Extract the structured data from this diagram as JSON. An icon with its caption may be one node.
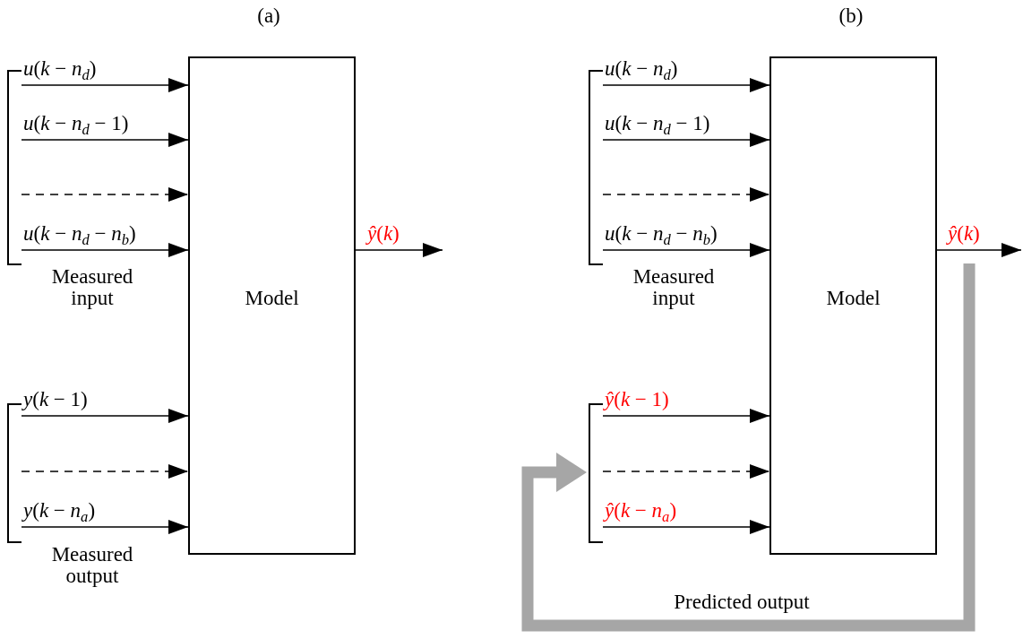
{
  "diagram": {
    "nodes": [
      {
        "text": [
          "Measured input"
        ]
      },
      {
        "text": [
          "Measured output"
        ]
      },
      {
        "text": [
          "Model"
        ]
      },
      {
        "text": [
          "Measured input"
        ]
      },
      {
        "text": [],
        "shape": "bracket"
      },
      {
        "text": [
          "Model"
        ]
      }
    ],
    "edges": [
      {
        "from": 0,
        "to": 2,
        "arrow": "to",
        "label": "*u*(*k* − *n*$_{d}$)"
      },
      {
        "from": 0,
        "to": 2,
        "arrow": "to",
        "label": "*u*(*k* − *n*$_{d}$ − 1)"
      },
      {
        "from": 0,
        "to": 2,
        "arrow": "to",
        "style": "dashed"
      },
      {
        "from": 0,
        "to": 2,
        "arrow": "to",
        "label": "*u*(*k* − *n*$_{d}$ − *n*$_{b}$)"
      },
      {
        "from": 1,
        "to": 2,
        "arrow": "to",
        "label": "*y*(*k* − 1)"
      },
      {
        "from": 1,
        "to": 2,
        "arrow": "to",
        "style": "dashed"
      },
      {
        "from": 1,
        "to": 2,
        "arrow": "to",
        "label": "*y*(*k* − *n*$_{a}$)"
      },
      {
        "from": 2,
        "to": null,
        "arrow": "to",
        "label": "*ŷ*(*k*)"
      },
      {
        "from": 3,
        "to": 5,
        "arrow": "to",
        "label": "*u*(*k* − *n*$_{d}$)"
      },
      {
        "from": 3,
        "to": 5,
        "arrow": "to",
        "label": "*u*(*k* − *n*$_{d}$ − 1)"
      },
      {
        "from": 3,
        "to": 5,
        "arrow": "to",
        "style": "dashed"
      },
      {
        "from": 3,
        "to": 5,
        "arrow": "to",
        "label": "*u*(*k* − *n*$_{d}$ − *n*$_{b}$)"
      },
      {
        "from": 4,
        "to": 5,
        "arrow": "to",
        "label": "*ŷ*(*k* − 1)"
      },
      {
        "from": 4,
        "to": 5,
        "arrow": "to",
        "style": "dashed"
      },
      {
        "from": 4,
        "to": 5,
        "arrow": "to",
        "label": "*ŷ*(*k* − *n*$_{a}$)"
      },
      {
        "from": 5,
        "to": null,
        "arrow": "to",
        "label": "*ŷ*(*k*)"
      },
      {
        "from": null,
        "to": 4,
        "arrow": "to",
        "style": "thick",
        "color": "#a6a6a6"
      }
    ],
    "labels": [
      "(a)",
      "(b)",
      "Predicted output"
    ]
  }
}
